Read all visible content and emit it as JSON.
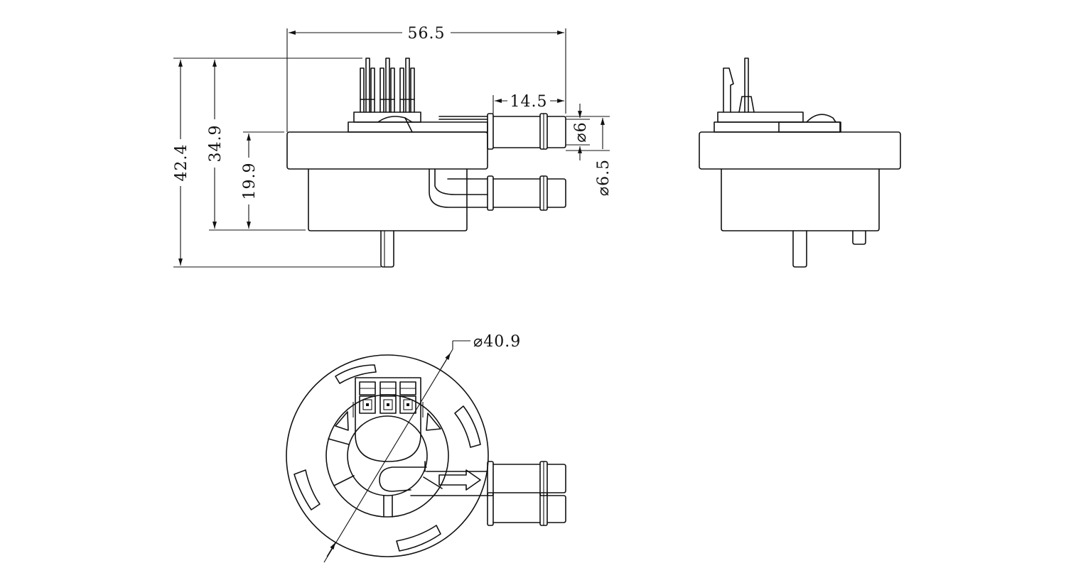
{
  "dimensions": {
    "width_overall": "56.5",
    "height_overall": "42.4",
    "height_body": "34.9",
    "height_base": "19.9",
    "outlet_length": "14.5",
    "outlet_diameter_inner": "⌀6",
    "outlet_diameter_outer": "⌀6.5",
    "body_diameter": "⌀40.9"
  }
}
